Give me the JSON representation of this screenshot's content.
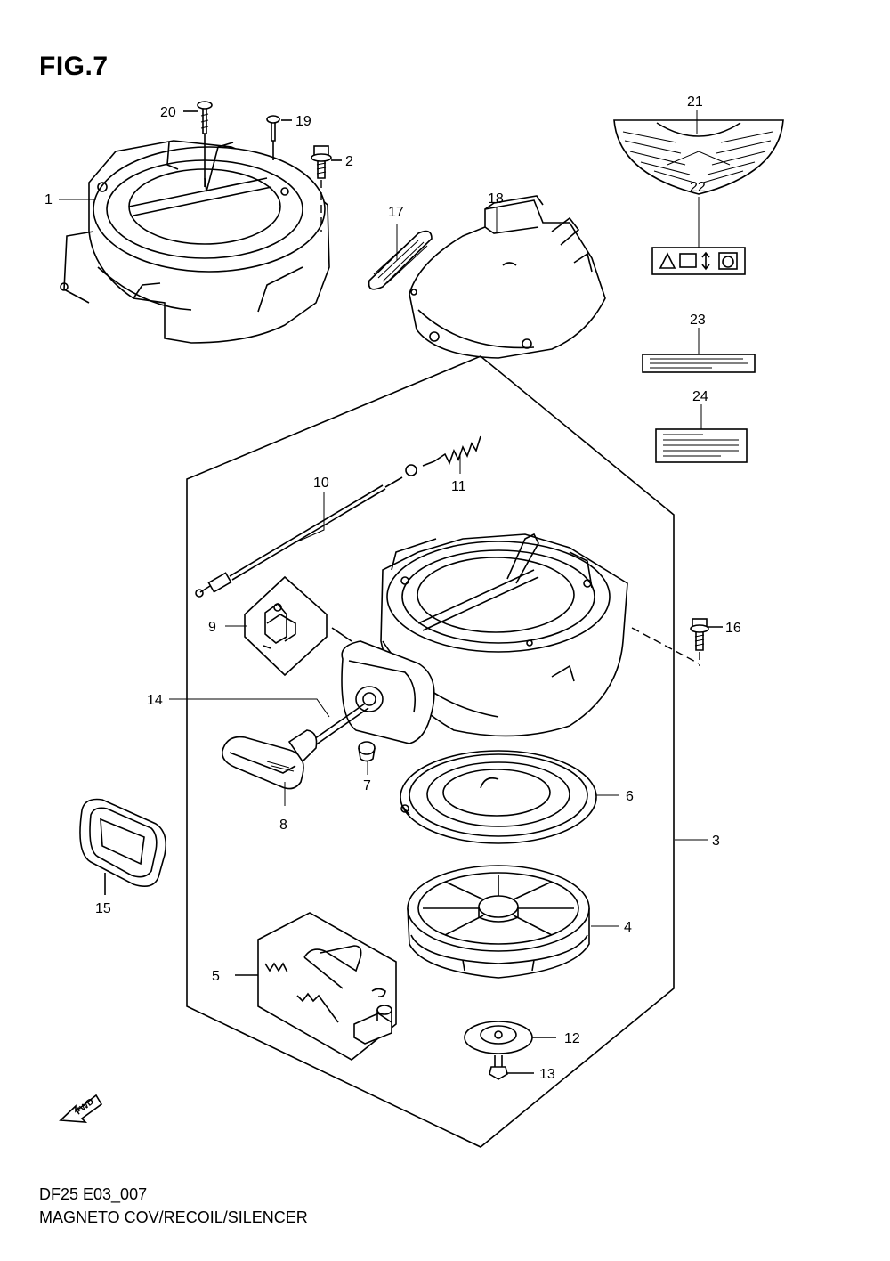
{
  "figure": {
    "title": "FIG.7",
    "model_code": "DF25 E03_007",
    "caption": "MAGNETO COV/RECOIL/SILENCER",
    "fwd_label": "FWD"
  },
  "callouts": [
    {
      "id": "1",
      "label": "1"
    },
    {
      "id": "2",
      "label": "2"
    },
    {
      "id": "3",
      "label": "3"
    },
    {
      "id": "4",
      "label": "4"
    },
    {
      "id": "5",
      "label": "5"
    },
    {
      "id": "6",
      "label": "6"
    },
    {
      "id": "7",
      "label": "7"
    },
    {
      "id": "8",
      "label": "8"
    },
    {
      "id": "9",
      "label": "9"
    },
    {
      "id": "10",
      "label": "10"
    },
    {
      "id": "11",
      "label": "11"
    },
    {
      "id": "12",
      "label": "12"
    },
    {
      "id": "13",
      "label": "13"
    },
    {
      "id": "14",
      "label": "14"
    },
    {
      "id": "15",
      "label": "15"
    },
    {
      "id": "16",
      "label": "16"
    },
    {
      "id": "17",
      "label": "17"
    },
    {
      "id": "18",
      "label": "18"
    },
    {
      "id": "19",
      "label": "19"
    },
    {
      "id": "20",
      "label": "20"
    },
    {
      "id": "21",
      "label": "21"
    },
    {
      "id": "22",
      "label": "22"
    },
    {
      "id": "23",
      "label": "23"
    },
    {
      "id": "24",
      "label": "24"
    }
  ]
}
